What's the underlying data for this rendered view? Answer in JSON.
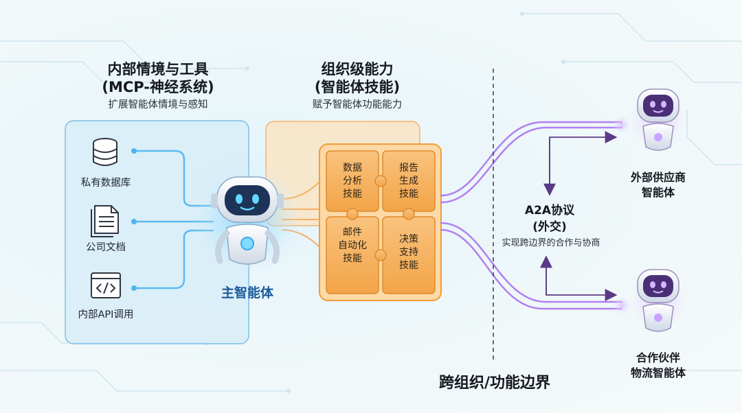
{
  "sections": {
    "internal": {
      "title_line1": "内部情境与工具",
      "title_line2": "(MCP-神经系统)",
      "subtitle": "扩展智能体情境与感知",
      "tools": [
        {
          "label": "私有数据库",
          "icon": "database-icon"
        },
        {
          "label": "公司文档",
          "icon": "document-icon"
        },
        {
          "label": "内部API调用",
          "icon": "code-window-icon"
        }
      ]
    },
    "skills": {
      "title_line1": "组织级能力",
      "title_line2": "(智能体技能)",
      "subtitle": "赋予智能体功能能力",
      "pieces": [
        {
          "lines": [
            "数据",
            "分析",
            "技能"
          ]
        },
        {
          "lines": [
            "报告",
            "生成",
            "技能"
          ]
        },
        {
          "lines": [
            "邮件",
            "自动化",
            "技能"
          ]
        },
        {
          "lines": [
            "决策",
            "支持",
            "技能"
          ]
        }
      ]
    },
    "main_agent": {
      "label": "主智能体",
      "icon": "robot-icon"
    },
    "a2a": {
      "title_line1": "A2A协议",
      "title_line2": "(外交)",
      "subtitle": "实现跨边界的合作与协商"
    },
    "external": [
      {
        "line1": "外部供应商",
        "line2": "智能体",
        "icon": "robot-icon"
      },
      {
        "line1": "合作伙伴",
        "line2": "物流智能体",
        "icon": "robot-icon"
      }
    ],
    "boundary_label": "跨组织/功能边界"
  },
  "colors": {
    "blue_glow": "#3aa8f0",
    "orange_panel": "#f6a548",
    "purple_link": "#a45ee6",
    "main_label": "#1a5a9a"
  }
}
